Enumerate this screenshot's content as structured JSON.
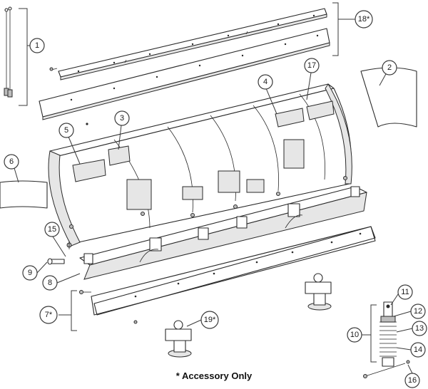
{
  "callouts": {
    "c1": "1",
    "c2": "2",
    "c3": "3",
    "c4": "4",
    "c5": "5",
    "c6": "6",
    "c7": "7*",
    "c8": "8",
    "c9": "9",
    "c10": "10",
    "c11": "11",
    "c12": "12",
    "c13": "13",
    "c14": "14",
    "c15": "15",
    "c16": "16",
    "c17": "17",
    "c18": "18*",
    "c19": "19*"
  },
  "footnote": "* Accessory Only"
}
